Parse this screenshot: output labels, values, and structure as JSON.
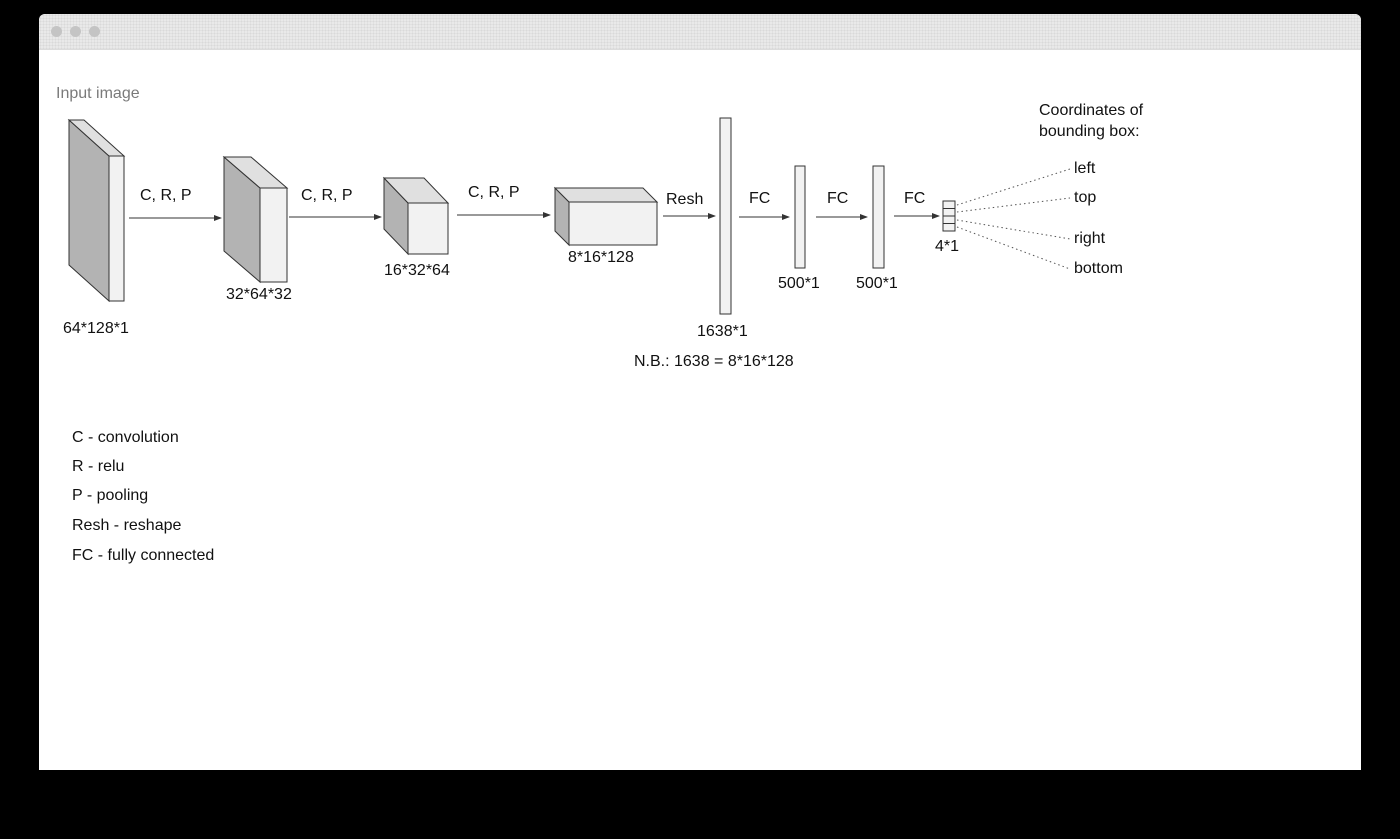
{
  "window": {
    "controls": [
      "close",
      "minimize",
      "maximize"
    ],
    "colors": {
      "titlebar": "#e9e9e9",
      "control": "#c4c4c4",
      "page": "#ffffff"
    }
  },
  "diagram": {
    "input_label": "Input image",
    "blocks": {
      "input": "64*128*1",
      "conv1": "32*64*32",
      "conv2": "16*32*64",
      "conv3": "8*16*128",
      "flat": "1638*1",
      "fc1": "500*1",
      "fc2": "500*1",
      "out": "4*1"
    },
    "ops": {
      "op1": "C, R, P",
      "op2": "C, R, P",
      "op3": "C, R, P",
      "op4": "Resh",
      "op5": "FC",
      "op6": "FC",
      "op7": "FC"
    },
    "note": "N.B.: 1638 = 8*16*128",
    "output_title": [
      "Coordinates of",
      "bounding box:"
    ],
    "outputs": [
      "left",
      "top",
      "right",
      "bottom"
    ],
    "colors": {
      "face": "#f2f2f2",
      "side": "#b3b3b3",
      "stroke": "#333333",
      "ink": "#111111",
      "muted": "#7a7a7a"
    }
  },
  "legend": [
    "C - convolution",
    "R - relu",
    "P - pooling",
    "Resh - reshape",
    "FC - fully connected"
  ]
}
